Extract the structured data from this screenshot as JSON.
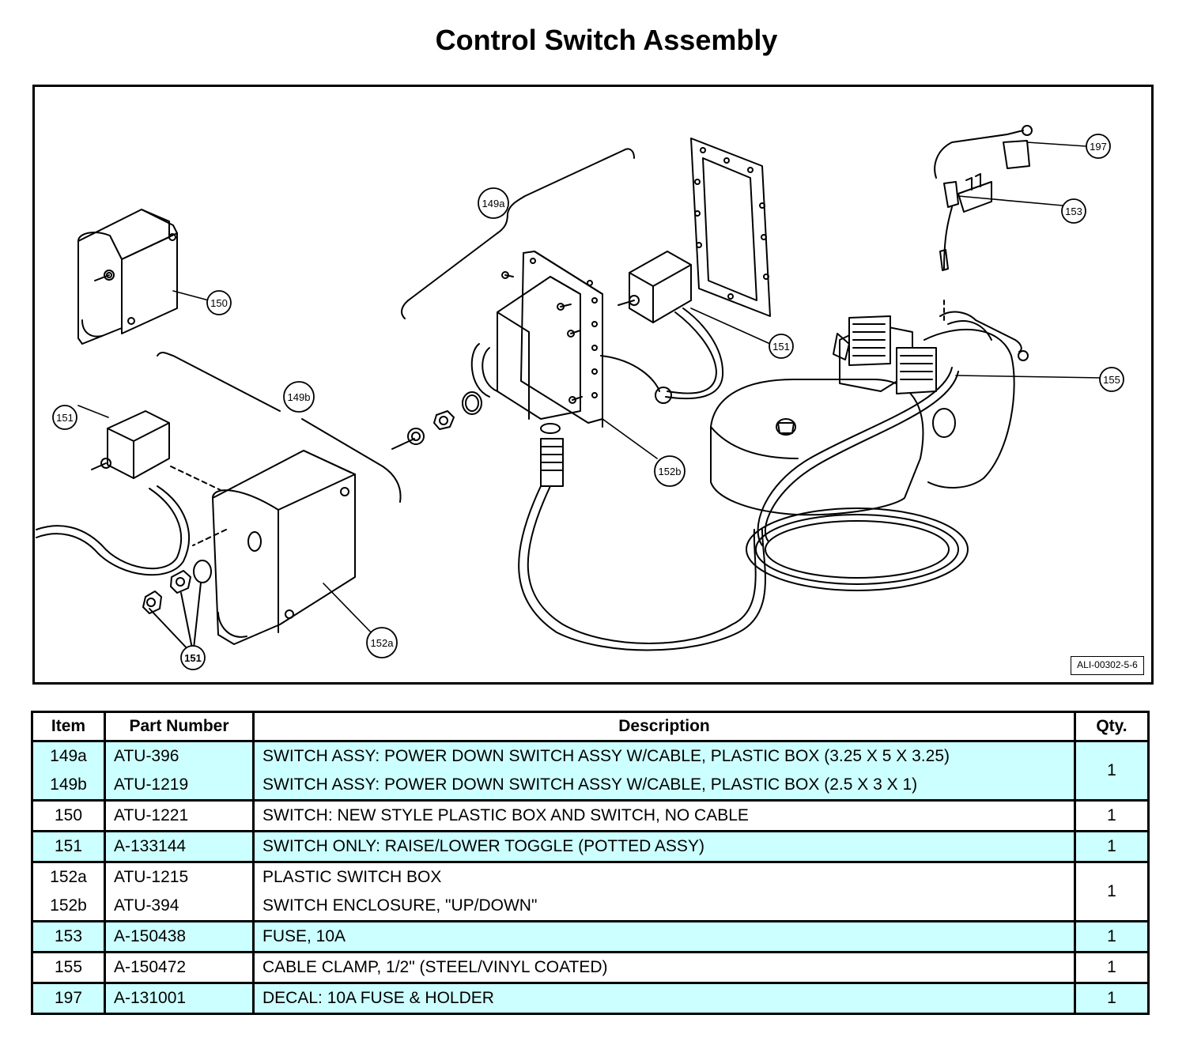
{
  "title": "Control Switch Assembly",
  "diagram": {
    "drawing_id": "ALI-00302-5-6",
    "callouts": [
      "149a",
      "149b",
      "150",
      "151",
      "151",
      "151",
      "152a",
      "152b",
      "153",
      "155",
      "197"
    ]
  },
  "table": {
    "headers": {
      "item": "Item",
      "part_number": "Part Number",
      "description": "Description",
      "qty": "Qty."
    },
    "rows": [
      {
        "items": [
          "149a",
          "149b"
        ],
        "parts": [
          "ATU-396",
          "ATU-1219"
        ],
        "descriptions": [
          "SWITCH ASSY: POWER DOWN SWITCH ASSY W/CABLE, PLASTIC BOX (3.25 X 5 X 3.25)",
          "SWITCH ASSY: POWER DOWN SWITCH ASSY W/CABLE, PLASTIC BOX (2.5 X 3 X 1)"
        ],
        "qty": "1"
      },
      {
        "items": [
          "150"
        ],
        "parts": [
          "ATU-1221"
        ],
        "descriptions": [
          "SWITCH: NEW STYLE PLASTIC BOX AND SWITCH, NO CABLE"
        ],
        "qty": "1"
      },
      {
        "items": [
          "151"
        ],
        "parts": [
          "A-133144"
        ],
        "descriptions": [
          "SWITCH ONLY: RAISE/LOWER TOGGLE (POTTED ASSY)"
        ],
        "qty": "1"
      },
      {
        "items": [
          "152a",
          "152b"
        ],
        "parts": [
          "ATU-1215",
          "ATU-394"
        ],
        "descriptions": [
          "PLASTIC SWITCH BOX",
          "SWITCH ENCLOSURE, \"UP/DOWN\""
        ],
        "qty": "1"
      },
      {
        "items": [
          "153"
        ],
        "parts": [
          "A-150438"
        ],
        "descriptions": [
          "FUSE, 10A"
        ],
        "qty": "1"
      },
      {
        "items": [
          "155"
        ],
        "parts": [
          "A-150472"
        ],
        "descriptions": [
          "CABLE CLAMP, 1/2\" (STEEL/VINYL COATED)"
        ],
        "qty": "1"
      },
      {
        "items": [
          "197"
        ],
        "parts": [
          "A-131001"
        ],
        "descriptions": [
          "DECAL: 10A FUSE & HOLDER"
        ],
        "qty": "1"
      }
    ],
    "row_shading": [
      "#ccffff",
      "#ffffff"
    ]
  }
}
